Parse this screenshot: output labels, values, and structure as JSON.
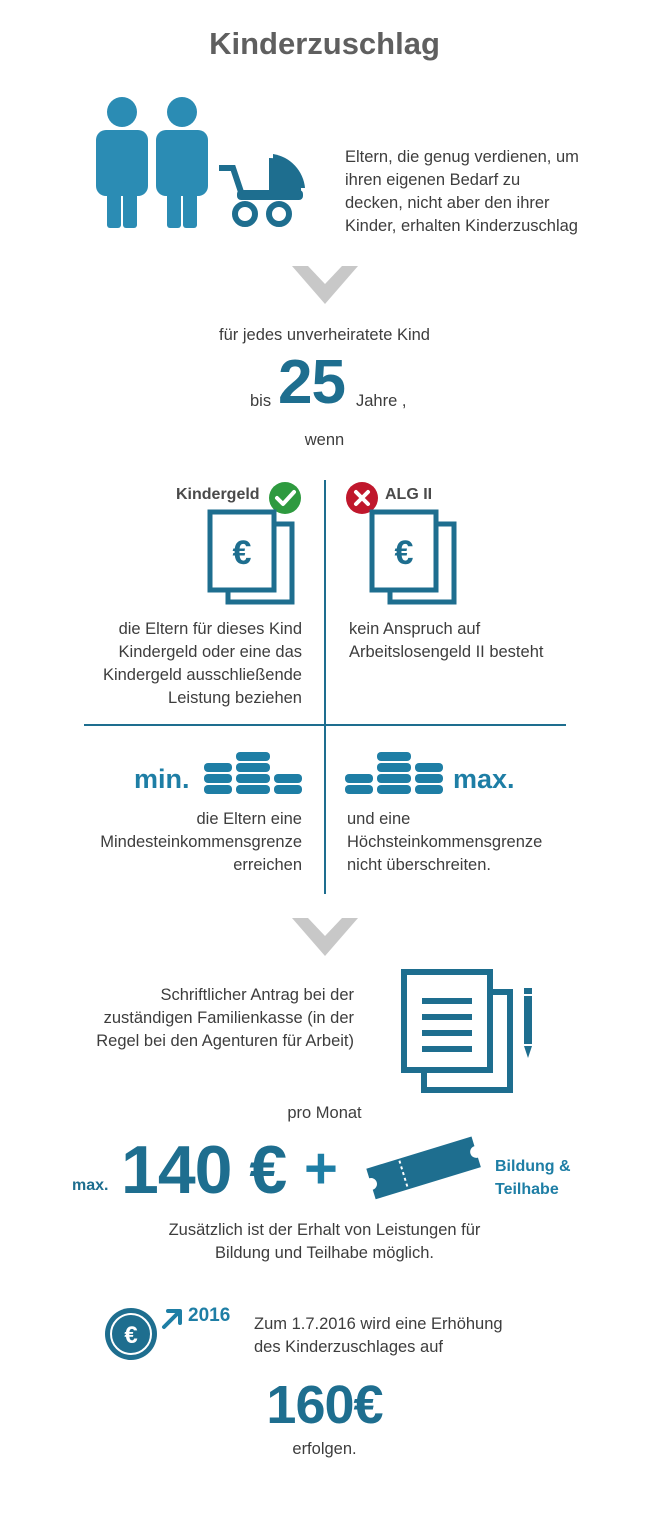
{
  "title": "Kinderzuschlag",
  "intro_text": [
    "Eltern, die genug verdienen, um",
    "ihren eigenen Bedarf zu",
    "decken, nicht aber den ihrer",
    "Kinder, erhalten Kinderzuschlag"
  ],
  "condition_line": "für jedes unverheiratete Kind",
  "age": {
    "prefix": "bis",
    "value": "25",
    "suffix": "Jahre ,"
  },
  "wenn": "wenn",
  "kindergeld": {
    "label": "Kindergeld",
    "text": [
      "die Eltern für dieses Kind",
      "Kindergeld oder eine das",
      "Kindergeld ausschließende",
      "Leistung beziehen"
    ]
  },
  "alg": {
    "label": "ALG II",
    "text": [
      "kein Anspruch auf",
      "Arbeitslosengeld II besteht"
    ]
  },
  "min": {
    "label": "min.",
    "text": [
      "die Eltern eine",
      "Mindesteinkommensgrenze",
      "erreichen"
    ]
  },
  "max": {
    "label": "max.",
    "text": [
      "und eine",
      "Höchsteinkommensgrenze",
      "nicht überschreiten."
    ]
  },
  "application_text": [
    "Schriftlicher Antrag bei der",
    "zuständigen Familienkasse (in der",
    "Regel bei den Agenturen für Arbeit)"
  ],
  "amount": {
    "pro_monat": "pro Monat",
    "max_label": "max.",
    "value": "140 €",
    "plus": "+",
    "bildung": [
      "Bildung &",
      "Teilhabe"
    ]
  },
  "bildung_text": [
    "Zusätzlich ist der Erhalt von Leistungen für",
    "Bildung und Teilhabe möglich."
  ],
  "increase": {
    "year": "2016",
    "text": [
      "Zum 1.7.2016 wird eine Erhöhung",
      "des Kinderzuschlages auf"
    ],
    "value": "160€",
    "suffix": "erfolgen."
  },
  "colors": {
    "teal": "#1e6e8f",
    "teal_light": "#2b8cb4",
    "gray_chevron": "#c8c8c8",
    "green_check": "#2e9a3f",
    "red_x": "#c0172c"
  },
  "icons": [
    "parents-icon",
    "stroller-icon",
    "chevron-down-icon",
    "check-icon",
    "cross-icon",
    "euro-document-icon",
    "coin-stack-icon",
    "documents-icon",
    "pen-icon",
    "ticket-icon",
    "euro-coin-icon",
    "arrow-up-right-icon"
  ]
}
